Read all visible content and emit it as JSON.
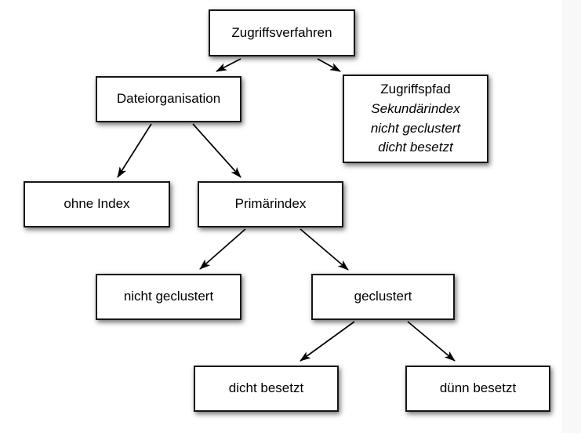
{
  "diagram": {
    "type": "tree",
    "language": "de",
    "colors": {
      "box_fill": "#ffffff",
      "box_border": "#161616",
      "text": "#000000",
      "arrow": "#000000",
      "background": "#ffffff",
      "right_strip": "#f8f8f8"
    },
    "nodes": {
      "root": {
        "label": "Zugriffsverfahren"
      },
      "dateiorganisation": {
        "label": "Dateiorganisation"
      },
      "zugriffspfad": {
        "line1": "Zugriffspfad",
        "line2": "Sekundärindex",
        "line3": "nicht geclustert",
        "line4": "dicht besetzt"
      },
      "ohne_index": {
        "label": "ohne Index"
      },
      "primaerindex": {
        "label": "Primärindex"
      },
      "nicht_geclustert": {
        "label": "nicht geclustert"
      },
      "geclustert": {
        "label": "geclustert"
      },
      "dicht_besetzt": {
        "label": "dicht besetzt"
      },
      "duenn_besetzt": {
        "label": "dünn besetzt"
      }
    },
    "edges": [
      {
        "from": "root",
        "to": "dateiorganisation"
      },
      {
        "from": "root",
        "to": "zugriffspfad"
      },
      {
        "from": "dateiorganisation",
        "to": "ohne_index"
      },
      {
        "from": "dateiorganisation",
        "to": "primaerindex"
      },
      {
        "from": "primaerindex",
        "to": "nicht_geclustert"
      },
      {
        "from": "primaerindex",
        "to": "geclustert"
      },
      {
        "from": "geclustert",
        "to": "dicht_besetzt"
      },
      {
        "from": "geclustert",
        "to": "duenn_besetzt"
      }
    ]
  }
}
